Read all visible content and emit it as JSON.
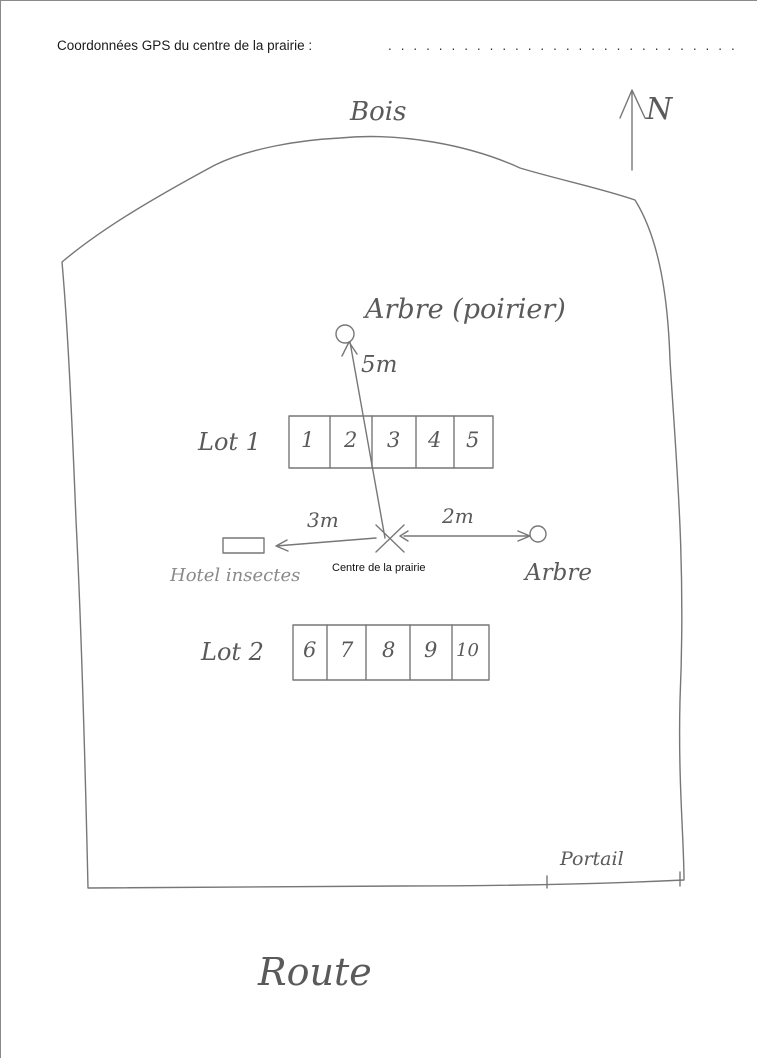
{
  "header": {
    "label": "Coordonnées GPS du centre de la prairie :",
    "dots": ". . . . . . . . . . . . . . . . . . . . . . . . . . . . . . . . . . . . . . . . . ."
  },
  "map": {
    "north_label": "Bois",
    "north_arrow": "N",
    "tree_top": "Arbre (poirier)",
    "dist_tree_top": "5m",
    "lot1_label": "Lot 1",
    "lot1_items": [
      "1",
      "2",
      "3",
      "4",
      "5"
    ],
    "dist_left": "3m",
    "dist_right": "2m",
    "center_label": "Centre de la prairie",
    "hotel_label": "Hotel insectes",
    "tree_right": "Arbre",
    "lot2_label": "Lot 2",
    "lot2_items": [
      "6",
      "7",
      "8",
      "9",
      "10"
    ],
    "gate_label": "Portail",
    "south_label": "Route"
  },
  "colors": {
    "pencil": "#6a6a6a",
    "ink": "#111111"
  }
}
